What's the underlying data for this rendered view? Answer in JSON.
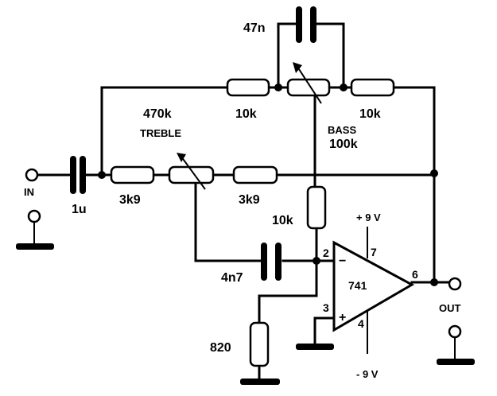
{
  "labels": {
    "cap_bass": "47n",
    "res_top_left": "10k",
    "res_top_right": "10k",
    "pot_bass_name": "BASS",
    "pot_bass_value": "100k",
    "pot_treble_value": "470k",
    "pot_treble_name": "TREBLE",
    "input": "IN",
    "cap_input": "1u",
    "res_left": "3k9",
    "res_right": "3k9",
    "res_feedback": "10k",
    "cap_treble": "4n7",
    "res_ground": "820",
    "supply_pos": "+ 9 V",
    "supply_neg": "- 9 V",
    "opamp": "741",
    "output": "OUT"
  },
  "pins": {
    "inverting": "2",
    "non_inverting": "3",
    "output": "6",
    "vpos": "7",
    "vneg": "4",
    "minus": "−",
    "plus": "+"
  }
}
